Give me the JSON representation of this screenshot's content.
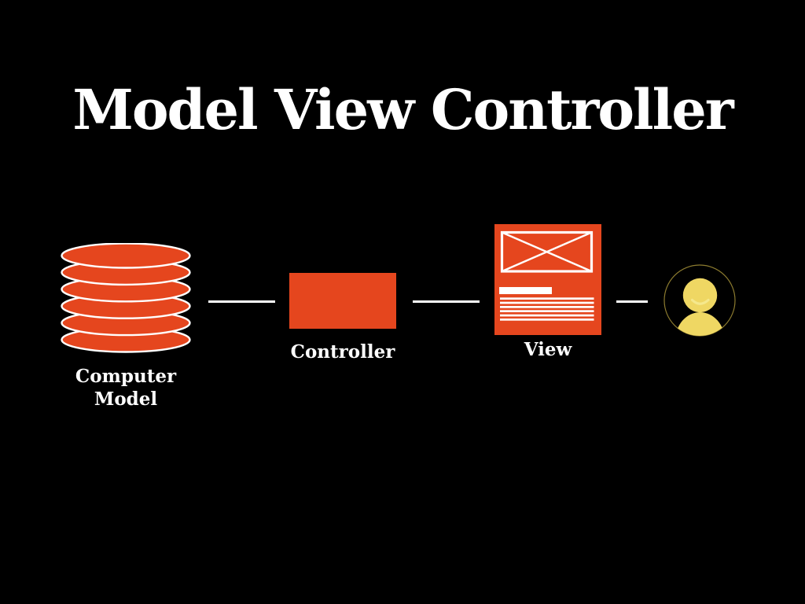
{
  "slide": {
    "title": "Model View Controller",
    "background_color": "#000000",
    "text_color": "#ffffff"
  },
  "colors": {
    "accent_red": "#E5461E",
    "accent_yellow": "#EFD763",
    "avatar_ring": "#8C7B2F",
    "avatar_smile": "#F5E88C",
    "connector_white": "#ffffff"
  },
  "diagram": {
    "nodes": [
      {
        "id": "computer-model",
        "icon": "database-icon",
        "label": "Computer\nModel"
      },
      {
        "id": "controller",
        "icon": "rectangle-shape",
        "label": "Controller"
      },
      {
        "id": "view",
        "icon": "webpage-icon",
        "label": "View"
      },
      {
        "id": "user",
        "icon": "user-avatar-icon",
        "label": ""
      }
    ],
    "connections": [
      {
        "from": "computer-model",
        "to": "controller"
      },
      {
        "from": "controller",
        "to": "view"
      },
      {
        "from": "view",
        "to": "user"
      }
    ]
  }
}
